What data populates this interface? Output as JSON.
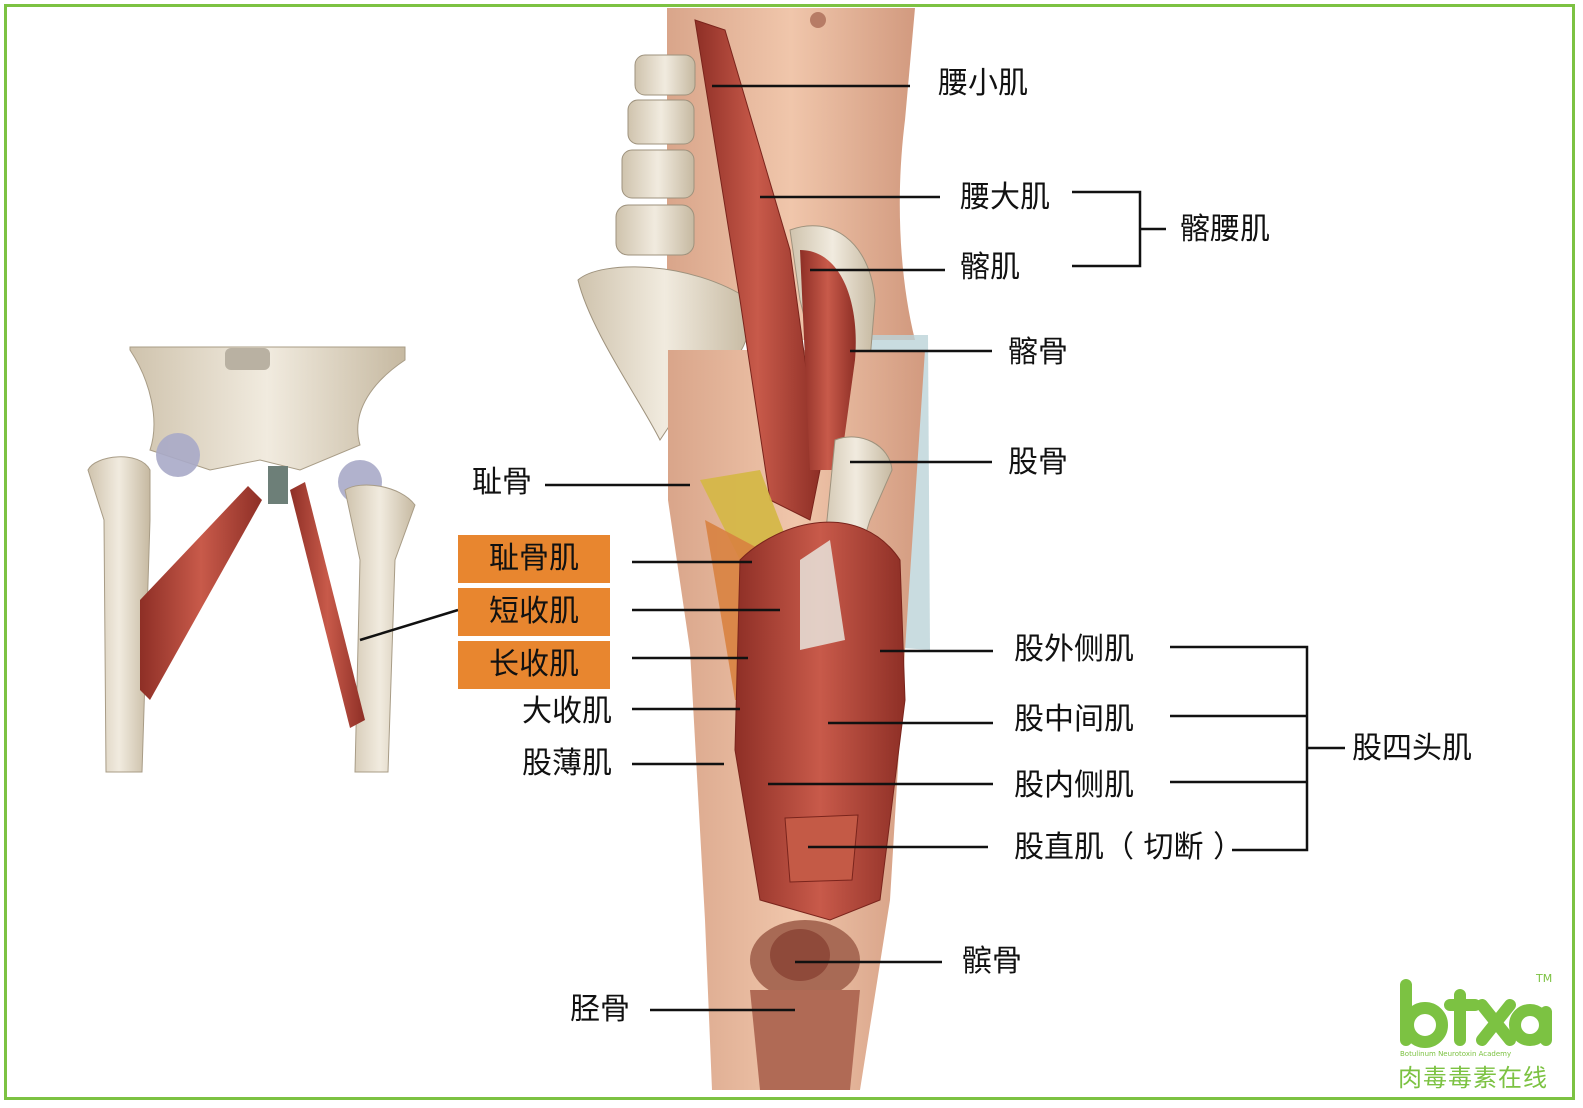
{
  "labels": {
    "psoas_minor": "腰小肌",
    "psoas_major": "腰大肌",
    "iliacus": "髂肌",
    "iliopsoas": "髂腰肌",
    "ilium": "髂骨",
    "femur": "股骨",
    "pubis": "耻骨",
    "pectineus": "耻骨肌",
    "adductor_brevis": "短收肌",
    "adductor_longus": "长收肌",
    "adductor_magnus": "大收肌",
    "gracilis": "股薄肌",
    "vastus_lateralis": "股外侧肌",
    "vastus_intermedius": "股中间肌",
    "vastus_medialis": "股内侧肌",
    "rectus_femoris": "股直肌（ 切断 ）",
    "quadriceps": "股四头肌",
    "patella": "髌骨",
    "tibia": "胫骨"
  },
  "logo": {
    "mark": "btxa",
    "tm": "TM",
    "subtitle": "Botulinum Neurotoxin Academy",
    "name": "肉毒毒素在线"
  },
  "colors": {
    "frame": "#7cc242",
    "highlight": "#e8862f",
    "muscle": "#b5473b",
    "bone": "#e6dccb"
  }
}
